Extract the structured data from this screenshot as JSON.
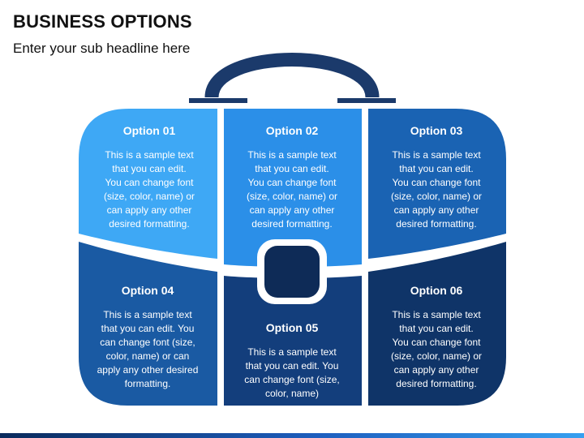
{
  "header": {
    "title": "BUSINESS OPTIONS",
    "subtitle": "Enter your sub headline here"
  },
  "colors": {
    "handle": "#1b3a6b",
    "option_01": "#3ea8f5",
    "option_02": "#2b8fe8",
    "option_03": "#1a63b3",
    "option_04": "#1a5aa3",
    "option_05": "#133e7c",
    "option_06": "#0f3468",
    "clasp": "#0e2b57"
  },
  "options": [
    {
      "title": "Option 01",
      "lines": [
        "This is a sample text",
        "that you can edit.",
        "You can change font",
        "(size, color, name) or",
        "can apply any other",
        "desired formatting."
      ]
    },
    {
      "title": "Option 02",
      "lines": [
        "This is a sample text",
        "that you can edit.",
        "You can change font",
        "(size, color, name) or",
        "can apply any other",
        "desired formatting."
      ]
    },
    {
      "title": "Option 03",
      "lines": [
        "This is a sample text",
        "that you can edit.",
        "You can change font",
        "(size, color, name) or",
        "can apply any other",
        "desired formatting."
      ]
    },
    {
      "title": "Option 04",
      "lines": [
        "This is a sample text",
        "that you can edit. You",
        "can change font (size,",
        "color, name) or can",
        "apply any other desired",
        "formatting."
      ]
    },
    {
      "title": "Option 05",
      "lines": [
        "This is a sample text",
        "that you can edit. You",
        "can change font (size,",
        "color, name)"
      ]
    },
    {
      "title": "Option 06",
      "lines": [
        "This is a sample text",
        "that you can edit.",
        "You can change font",
        "(size, color, name) or",
        "can apply any other",
        "desired formatting."
      ]
    }
  ]
}
